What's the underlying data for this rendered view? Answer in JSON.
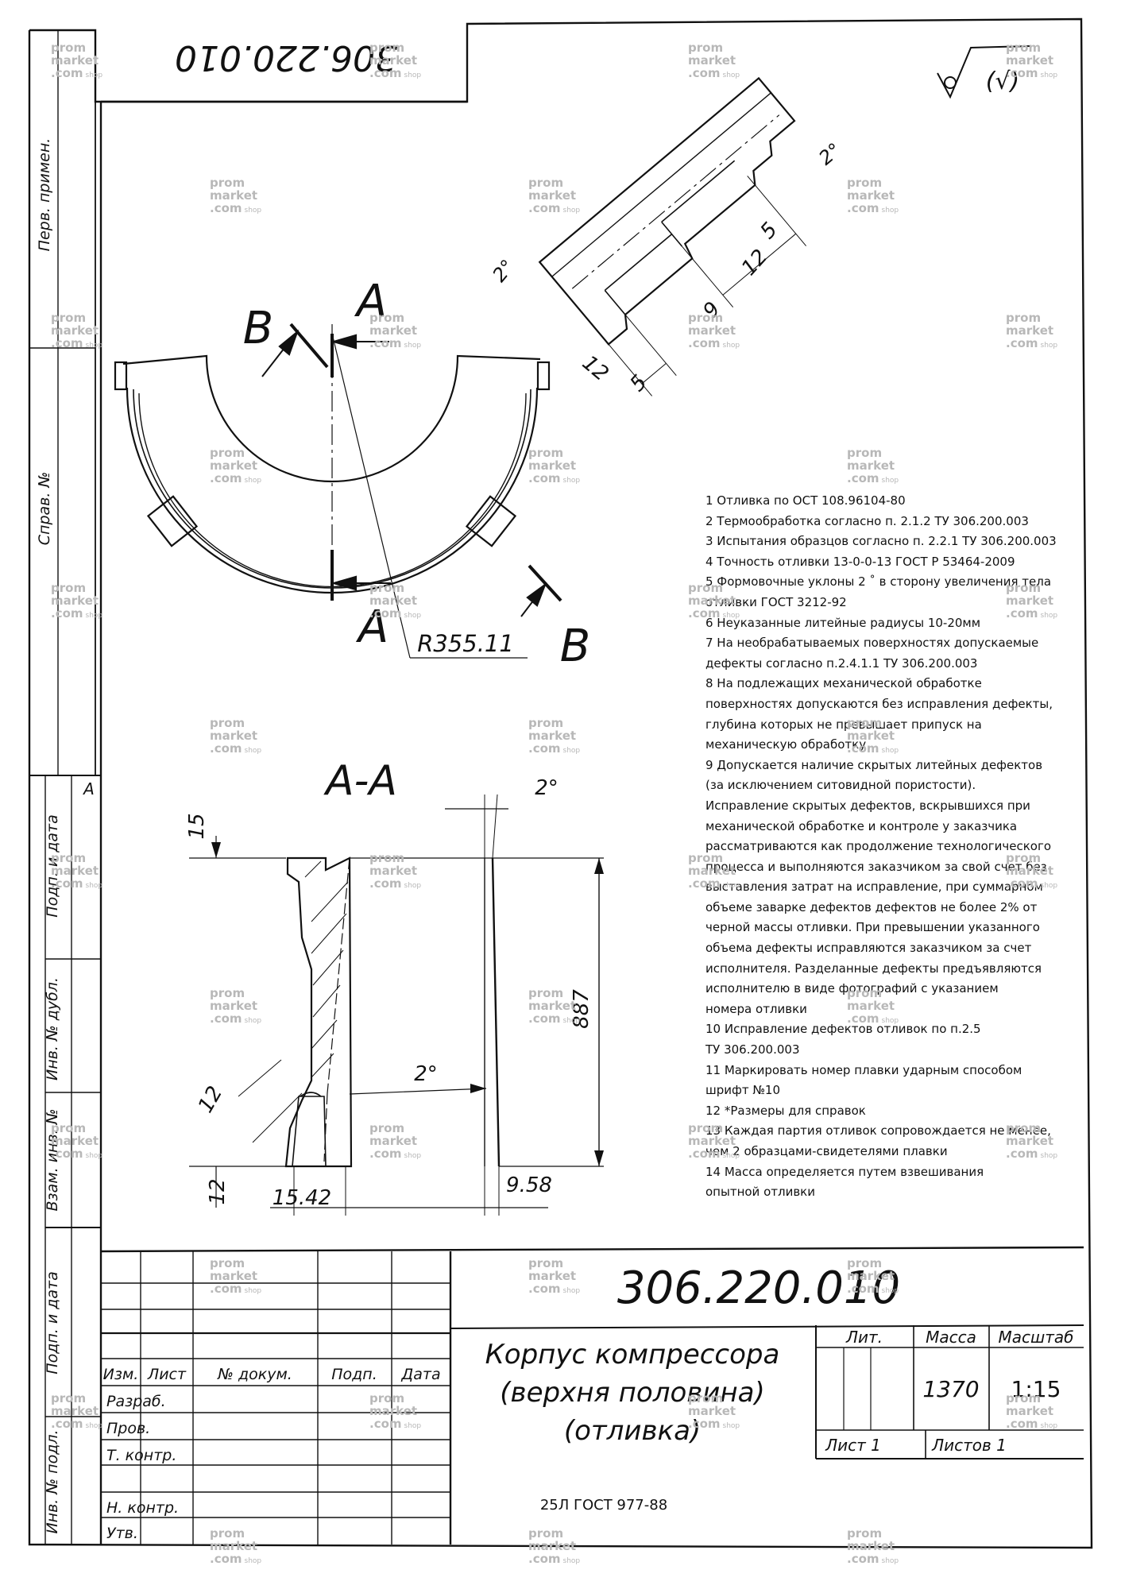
{
  "drawing_number": "306.220.010",
  "rotated_number": "306.220.010",
  "roughness_symbol": "(√)",
  "left_strip": {
    "perv_primen": "Перв. примен.",
    "sprav_no": "Справ. №",
    "podp_data_1": "Подп. и дата",
    "inv_dubl": "Инв. № дубл.",
    "vzam_inv": "Взам. инв. №",
    "podp_data_2": "Подп. и дата",
    "inv_podl": "Инв. № подл.",
    "letter": "A"
  },
  "plan_view": {
    "label_A_top": "A",
    "label_A_bottom": "A",
    "label_B_top": "B",
    "label_B_bottom": "B",
    "radius": "R355.11"
  },
  "detail_view": {
    "angle_top": "2°",
    "angle_left": "2°",
    "dim_5a": "5",
    "dim_12a": "12",
    "dim_9": "9",
    "dim_12b": "12",
    "dim_5b": "5"
  },
  "section": {
    "title": "A-A",
    "angle_top": "2°",
    "angle_mid": "2°",
    "dim_15": "15",
    "dim_887": "887",
    "dim_12_left": "12",
    "dim_12_bottom": "12",
    "dim_15_42": "15.42",
    "dim_9_58": "9.58"
  },
  "notes": [
    "1 Отливка по ОСТ 108.96104-80",
    "2 Термообработка согласно п. 2.1.2 ТУ 306.200.003",
    "3 Испытания образцов согласно п. 2.2.1 ТУ 306.200.003",
    "4 Точность отливки 13-0-0-13 ГОСТ Р 53464-2009",
    "5 Формовочные уклоны 2 ˚ в сторону увеличения тела",
    "отливки ГОСТ 3212-92",
    "6 Неуказанные литейные радиусы 10-20мм",
    "7 На необрабатываемых поверхностях  допускаемые",
    "дефекты согласно п.2.4.1.1 ТУ 306.200.003",
    "8 На подлежащих механической обработке",
    "поверхностях допускаются без исправления дефекты,",
    "глубина которых не превышает припуск на",
    "механическую обработку",
    "9 Допускается наличие скрытых литейных дефектов",
    "(за исключением ситовидной пористости).",
    "Исправление скрытых дефектов, вскрывшихся при",
    "механической обработке и контроле у заказчика",
    "рассматриваются как продолжение технологического",
    "процесса и выполняются заказчиком за свой счет без",
    "выставления затрат на исправление, при суммарном",
    "объеме заварке дефектов дефектов не более 2% от",
    "черной массы отливки. При превышении указанного",
    "объема дефекты исправляются заказчиком за счет",
    "исполнителя. Разделанные дефекты предъявляются",
    "исполнителю в виде фотографий с указанием",
    "номера отливки",
    "10 Исправление дефектов отливок по п.2.5",
    "ТУ 306.200.003",
    "11 Маркировать номер плавки ударным способом",
    "шрифт №10",
    "12 *Размеры для справок",
    "13 Каждая партия отливок сопровождается не менее,",
    "чем 2 образцами-свидетелями плавки",
    "14 Масса определяется путем взвешивания",
    "опытной отливки"
  ],
  "title_block": {
    "title_line1": "Корпус компрессора",
    "title_line2": "(верхня половина)",
    "title_line3": "(отливка)",
    "material": "25Л ГОСТ 977-88",
    "col_izm": "Изм.",
    "col_list": "Лист",
    "col_dokum": "№ докум.",
    "col_podp": "Подп.",
    "col_data": "Дата",
    "row_razrab": "Разраб.",
    "row_prov": "Пров.",
    "row_tkontr": "Т. контр.",
    "row_nkontr": "Н. контр.",
    "row_utv": "Утв.",
    "lit": "Лит.",
    "massa": "Масса",
    "masshtab": "Масштаб",
    "mass_value": "1370",
    "scale_value": "1:15",
    "sheet": "Лист 1",
    "sheets": "Листов 1"
  },
  "watermark": {
    "l1": "prom",
    "l2": "market",
    "l3": ".com",
    "small": "shop",
    "color": "#b8b8b8"
  }
}
